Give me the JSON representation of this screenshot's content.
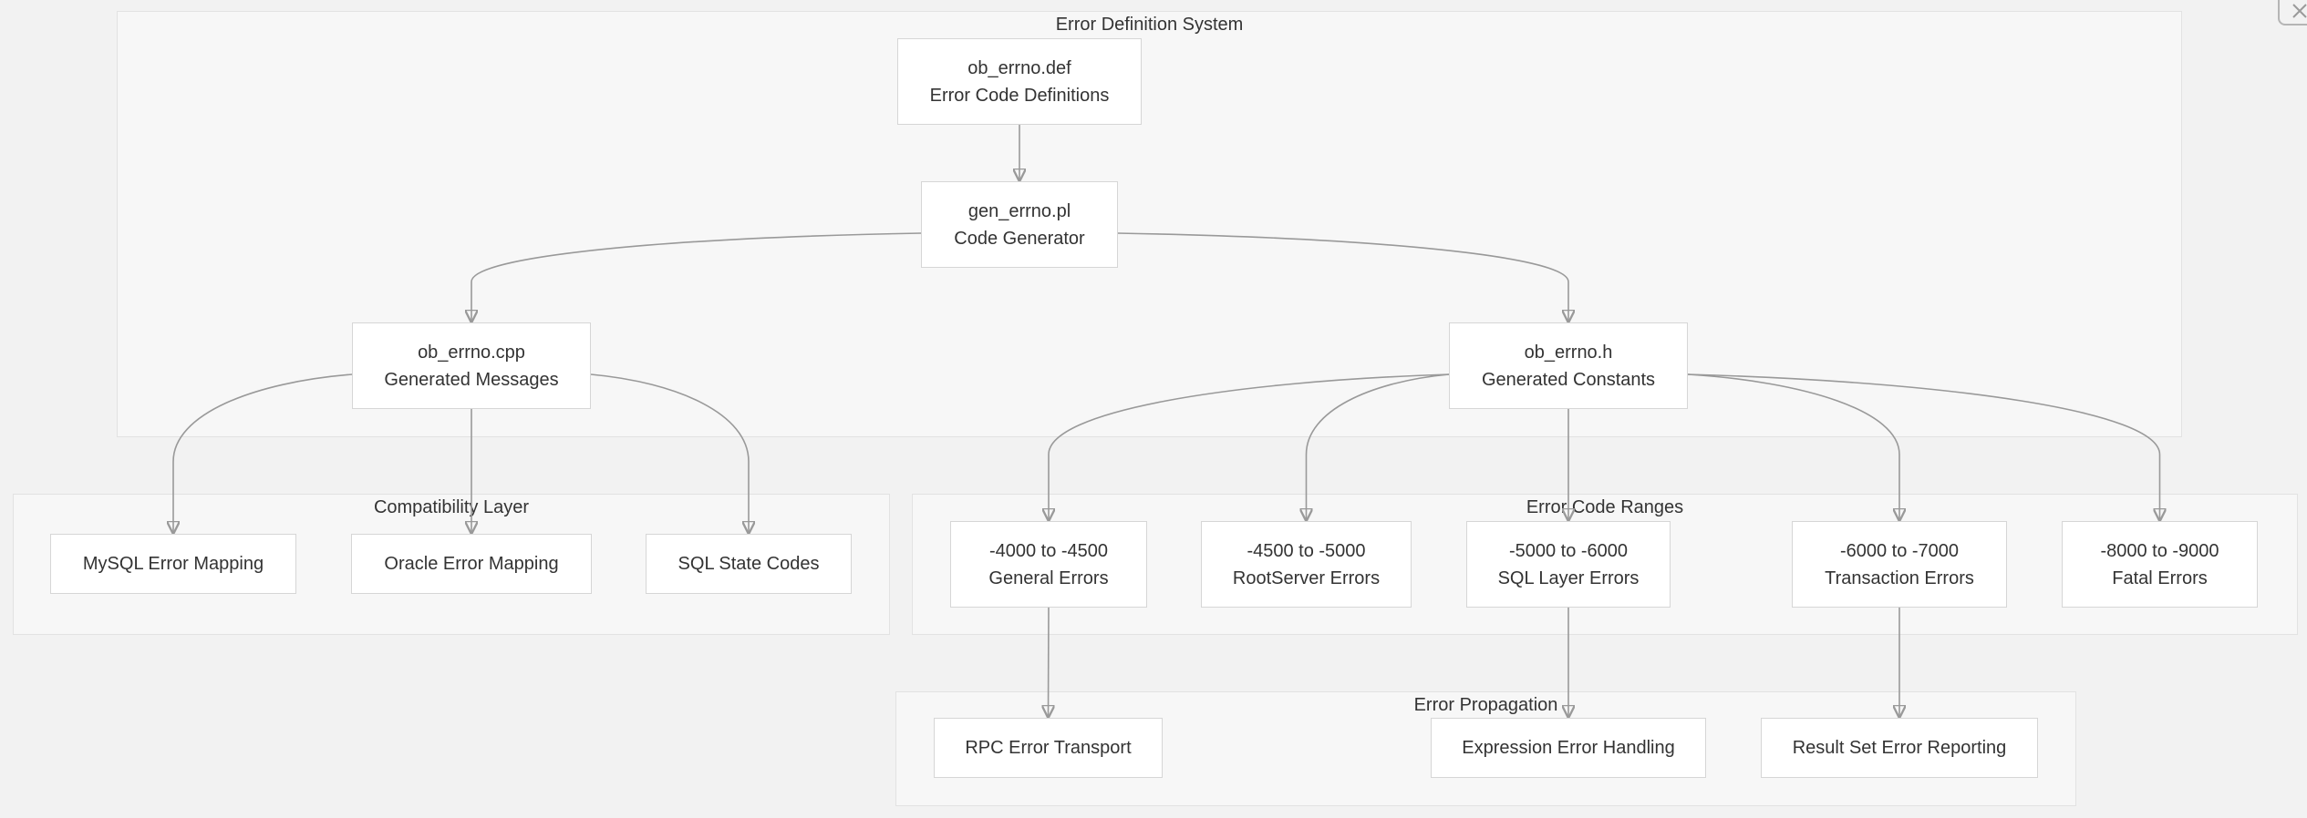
{
  "groups": {
    "definition": "Error Definition System",
    "compat": "Compatibility Layer",
    "ranges": "Error Code Ranges",
    "propagation": "Error Propagation"
  },
  "nodes": {
    "errno_def": {
      "line1": "ob_errno.def",
      "line2": "Error Code Definitions"
    },
    "gen_errno": {
      "line1": "gen_errno.pl",
      "line2": "Code Generator"
    },
    "errno_cpp": {
      "line1": "ob_errno.cpp",
      "line2": "Generated Messages"
    },
    "errno_h": {
      "line1": "ob_errno.h",
      "line2": "Generated Constants"
    },
    "mysql_map": {
      "line1": "MySQL Error Mapping"
    },
    "oracle_map": {
      "line1": "Oracle Error Mapping"
    },
    "sql_state": {
      "line1": "SQL State Codes"
    },
    "range_general": {
      "line1": "-4000 to -4500",
      "line2": "General Errors"
    },
    "range_rootserver": {
      "line1": "-4500 to -5000",
      "line2": "RootServer Errors"
    },
    "range_sql": {
      "line1": "-5000 to -6000",
      "line2": "SQL Layer Errors"
    },
    "range_txn": {
      "line1": "-6000 to -7000",
      "line2": "Transaction Errors"
    },
    "range_fatal": {
      "line1": "-8000 to -9000",
      "line2": "Fatal Errors"
    },
    "rpc": {
      "line1": "RPC Error Transport"
    },
    "expr": {
      "line1": "Expression Error Handling"
    },
    "result_set": {
      "line1": "Result Set Error Reporting"
    }
  },
  "edges": [
    [
      "errno_def",
      "gen_errno"
    ],
    [
      "gen_errno",
      "errno_cpp"
    ],
    [
      "gen_errno",
      "errno_h"
    ],
    [
      "errno_cpp",
      "mysql_map"
    ],
    [
      "errno_cpp",
      "oracle_map"
    ],
    [
      "errno_cpp",
      "sql_state"
    ],
    [
      "errno_h",
      "range_general"
    ],
    [
      "errno_h",
      "range_rootserver"
    ],
    [
      "errno_h",
      "range_sql"
    ],
    [
      "errno_h",
      "range_txn"
    ],
    [
      "errno_h",
      "range_fatal"
    ],
    [
      "range_general",
      "rpc"
    ],
    [
      "range_sql",
      "expr"
    ],
    [
      "range_txn",
      "result_set"
    ]
  ],
  "colors": {
    "edge": "#999999",
    "node_border": "#d6d6d6",
    "group_bg": "#f7f7f7"
  },
  "corner_button": {
    "icon": "close-icon"
  }
}
